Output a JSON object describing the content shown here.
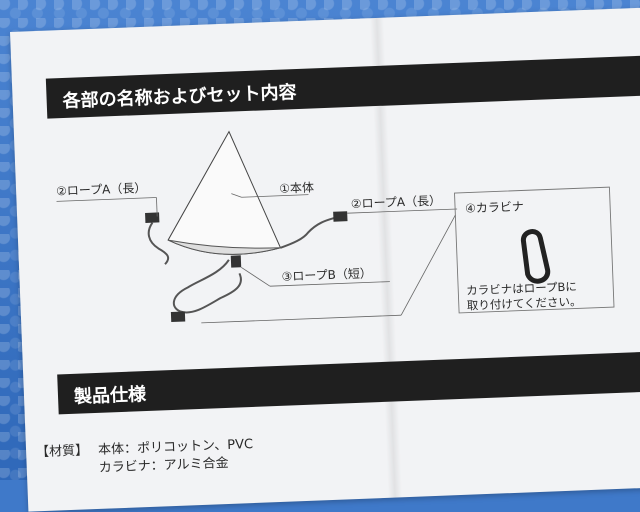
{
  "sections": {
    "parts_title": "各部の名称およびセット内容",
    "spec_title": "製品仕様"
  },
  "labels": {
    "body": "①本体",
    "rope_a_left": "②ロープA（長）",
    "rope_a_right": "②ロープA（長）",
    "rope_b": "③ロープB（短）",
    "carabiner": "④カラビナ",
    "carabiner_note_1": "カラビナはロープBに",
    "carabiner_note_2": "取り付けてください。"
  },
  "specs": {
    "material_label": "【材質】",
    "body_material": "本体：ポリコットン、PVC",
    "carabiner_material": "カラビナ：アルミ合金"
  },
  "colors": {
    "bar": "#1f1f1f",
    "paper": "#f2f3f5",
    "background": "#3f79c9"
  }
}
